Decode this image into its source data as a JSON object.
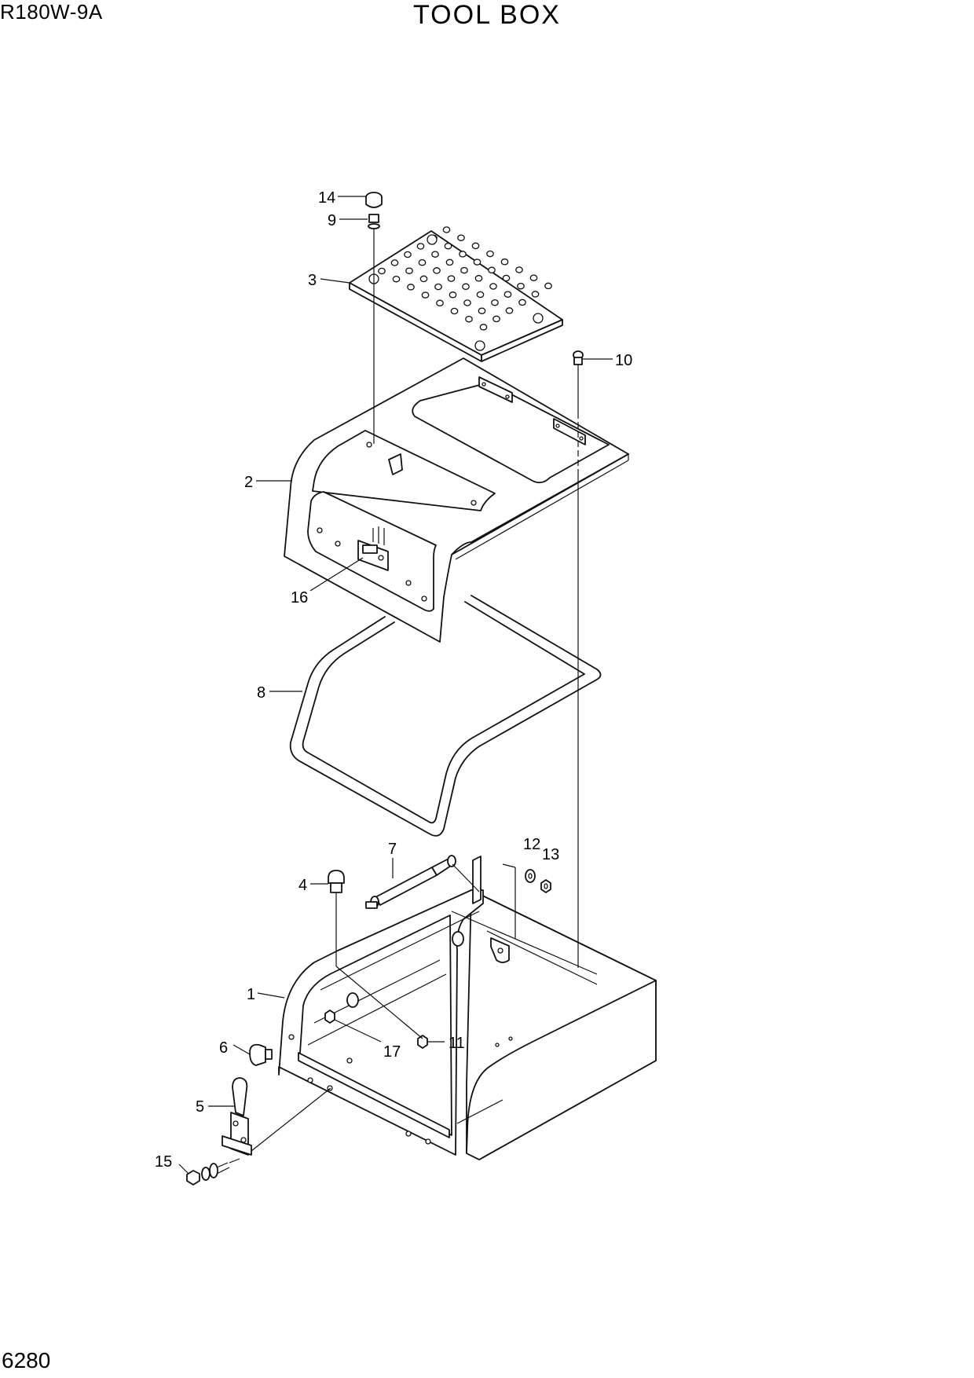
{
  "header": {
    "model": "R180W-9A",
    "title": "TOOL BOX"
  },
  "footer": {
    "page_number": "6280"
  },
  "callouts": {
    "c1": "1",
    "c2": "2",
    "c3": "3",
    "c4": "4",
    "c5": "5",
    "c6": "6",
    "c7": "7",
    "c8": "8",
    "c9": "9",
    "c10": "10",
    "c11": "11",
    "c12": "12",
    "c13": "13",
    "c14": "14",
    "c15": "15",
    "c16": "16",
    "c17": "17"
  }
}
